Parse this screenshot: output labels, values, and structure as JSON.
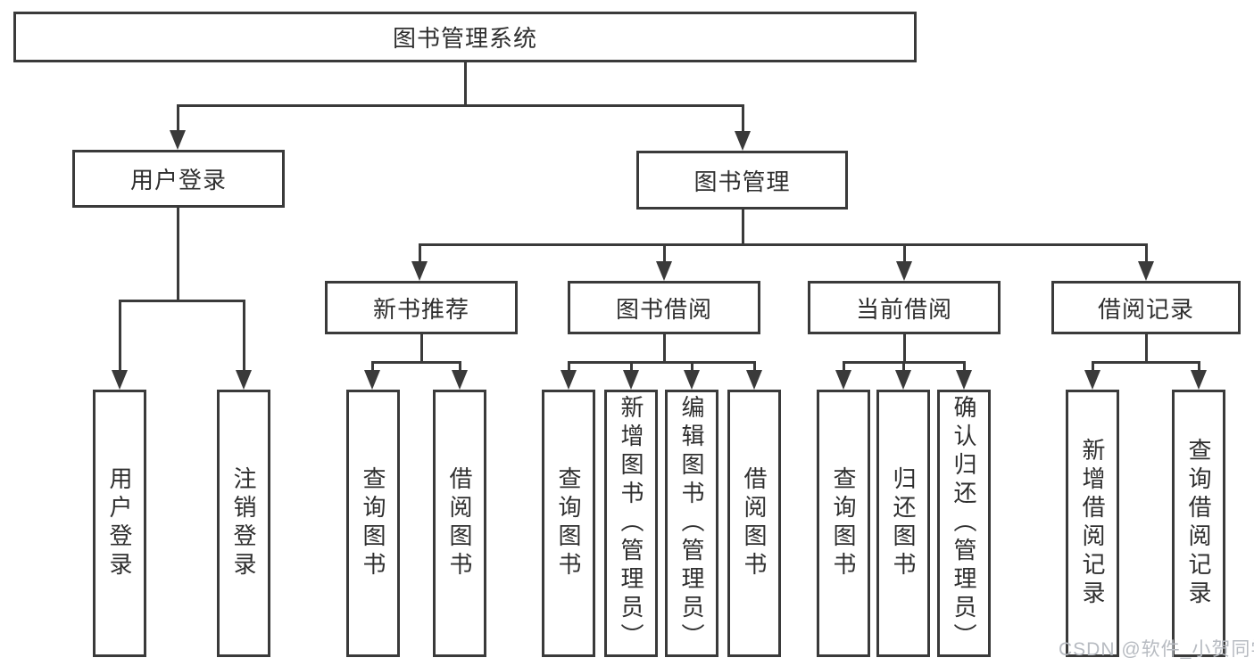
{
  "tree": {
    "root": "图书管理系统",
    "branches": [
      {
        "label": "用户登录",
        "children": [
          "用户登录",
          "注销登录"
        ]
      },
      {
        "label": "图书管理",
        "sections": [
          {
            "label": "新书推荐",
            "children": [
              "查询图书",
              "借阅图书"
            ]
          },
          {
            "label": "图书借阅",
            "children": [
              "查询图书",
              "新增图书（管理员）",
              "编辑图书（管理员）",
              "借阅图书"
            ]
          },
          {
            "label": "当前借阅",
            "children": [
              "查询图书",
              "归还图书",
              "确认归还（管理员）"
            ]
          },
          {
            "label": "借阅记录",
            "children": [
              "新增借阅记录",
              "查询借阅记录"
            ]
          }
        ]
      }
    ]
  },
  "watermark": "CSDN @软件_小贺同学",
  "colors": {
    "line": "#3a3a3a",
    "text": "#2f2f2f",
    "background": "#ffffff",
    "watermark": "#b7bbc1"
  }
}
